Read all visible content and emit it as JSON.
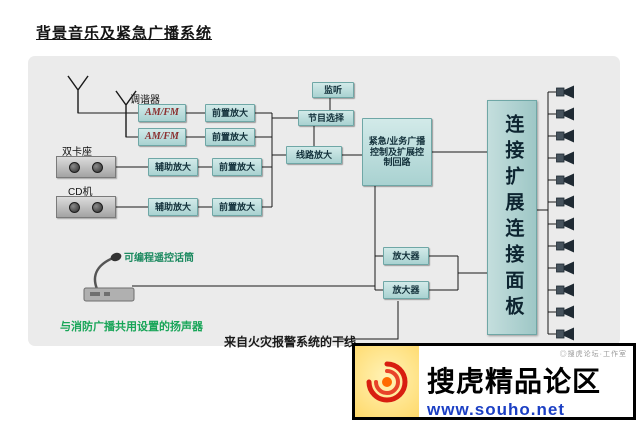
{
  "title": "背景音乐及紧急广播系统",
  "sources": {
    "tuner_label": "调谐器",
    "tuner_band_1": "AM/FM",
    "tuner_band_2": "AM/FM",
    "dual_deck_label": "双卡座",
    "cd_player_label": "CD机"
  },
  "processing": {
    "aux_amp_1": "辅助放大",
    "aux_amp_2": "辅助放大",
    "pre_amp_1": "前置放大",
    "pre_amp_2": "前置放大",
    "pre_amp_3": "前置放大",
    "pre_amp_4": "前置放大",
    "monitor": "监听",
    "program_select": "节目选择",
    "line_amp": "线路放大",
    "emergency_control": "紧急/业务广播控制及扩展控制回路",
    "power_amp_1": "放大器",
    "power_amp_2": "放大器",
    "expansion_panel": "连接扩展连接面板"
  },
  "notes": {
    "mic_label": "可编程遥控话筒",
    "shared_speakers_note": "与消防广播共用设置的扬声器",
    "fire_alarm_note": "来自火灾报警系统的干线"
  },
  "speakers": {
    "count": 12
  },
  "watermark": {
    "studio_note": "◎搜虎论坛·工作室",
    "site_name": "搜虎精品论区",
    "site_url": "www.souho.net"
  },
  "colors": {
    "box_fill": "#a9d2d1",
    "box_border": "#6fa7a6",
    "diagram_bg": "#ebebeb",
    "line": "#1a1a1a",
    "green_text": "#18a558",
    "url_blue": "#1b3fc4",
    "logo_red": "#d81e10",
    "logo_yellow": "#ffd96a"
  }
}
